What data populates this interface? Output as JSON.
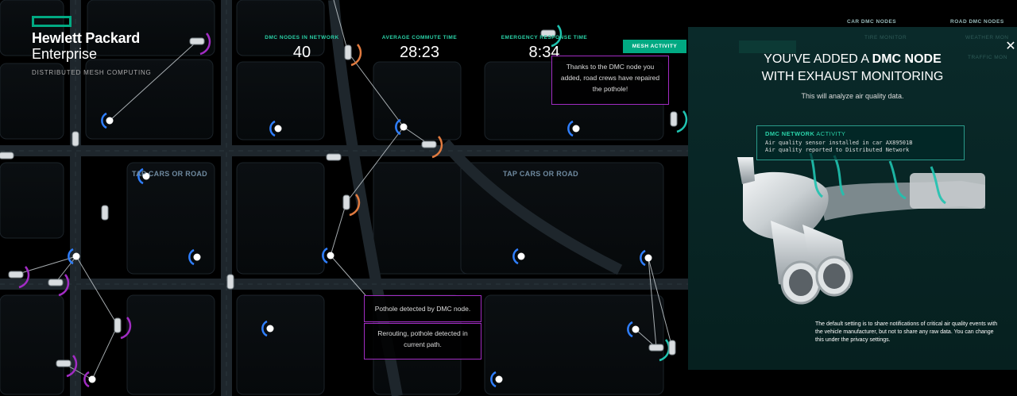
{
  "brand": {
    "name": "Hewlett Packard",
    "sub": "Enterprise",
    "tagline": "DISTRIBUTED MESH COMPUTING"
  },
  "stats": [
    {
      "label": "DMC NODES IN NETWORK",
      "value": "40"
    },
    {
      "label": "AVERAGE COMMUTE TIME",
      "value": "28:23"
    },
    {
      "label": "EMERGENCY RESPONSE TIME",
      "value": "8:34"
    }
  ],
  "mesh_activity_label": "MESH ACTIVITY",
  "map": {
    "tap_labels": [
      "TAP CARS OR ROAD",
      "TAP CARS OR ROAD"
    ],
    "callouts": {
      "road_crew": "Thanks to the DMC node you added, road crews have repaired the pothole!",
      "pothole": "Pothole detected by DMC node.",
      "rerouting": "Rerouting, pothole detected in current path."
    }
  },
  "panel": {
    "top_nav": [
      "CAR DMC NODES",
      "ROAD DMC NODES"
    ],
    "sub_nav": [
      "TIRE MONITOR",
      "WEATHER MON",
      "TRAFFIC MON"
    ],
    "close_label": "✕",
    "title_prefix": "YOU'VE ADDED A ",
    "title_bold": "DMC NODE",
    "title_line2": "WITH EXHAUST MONITORING",
    "intro": "This will analyze air quality data.",
    "activity": {
      "title_bold": "DMC NETWORK",
      "title_rest": " ACTIVITY",
      "lines": [
        "Air quality sensor installed in car AX89501B",
        "Air quality reported to Distributed Network"
      ]
    },
    "disclaimer": "The default setting is to share notifications of critical air quality events with the vehicle manufacturer, but not to share any raw data. You can change this under the privacy settings."
  },
  "colors": {
    "accent": "#01a982",
    "callout_border": "#a12cc3",
    "node_blue": "#2f7fff",
    "node_orange": "#e07a3f",
    "node_purple": "#a12cc3"
  }
}
